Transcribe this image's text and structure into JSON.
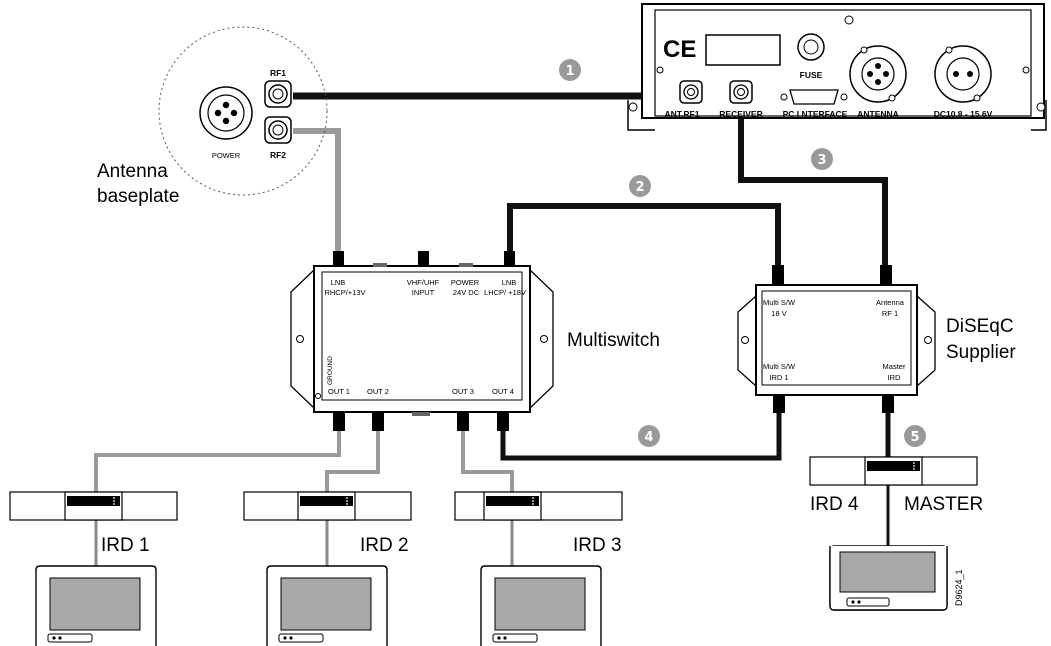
{
  "antenna": {
    "power": "POWER",
    "rf1": "RF1",
    "rf2": "RF2",
    "caption_line1": "Antenna",
    "caption_line2": "baseplate"
  },
  "unit": {
    "ce": "CE",
    "fuse": "FUSE",
    "ant_rf1": "ANT.RF1",
    "receiver": "RECEIVER",
    "pc_interface": "PC I NTERFACE",
    "antenna": "ANTENNA",
    "dc": "DC10.8  -  15.6V"
  },
  "multiswitch": {
    "name": "Multiswitch",
    "lnb_r_1": "LNB",
    "lnb_r_2": "RHCP/+13V",
    "vhf_1": "VHF/UHF",
    "vhf_2": "INPUT",
    "power_1": "POWER",
    "power_2": "24V DC",
    "lnb_l_1": "LNB",
    "lnb_l_2": "LHCP/ +18V",
    "ground": "GROUND",
    "out1": "OUT 1",
    "out2": "OUT 2",
    "out3": "OUT 3",
    "out4": "OUT 4"
  },
  "diseqc": {
    "name_line1": "DiSEqC",
    "name_line2": "Supplier",
    "msw18_1": "Multi S/W",
    "msw18_2": "18 V",
    "ant_1": "Antenna",
    "ant_2": "RF 1",
    "mswird_1": "Multi S/W",
    "mswird_2": "IRD 1",
    "master_1": "Master",
    "master_2": "IRD"
  },
  "ird": {
    "ird1": "IRD 1",
    "ird2": "IRD 2",
    "ird3": "IRD 3",
    "ird4": "IRD 4",
    "master": "MASTER"
  },
  "callouts": [
    "1",
    "2",
    "3",
    "4",
    "5"
  ],
  "figure_id": "D9624_1",
  "colors": {
    "cable_black": "#111111",
    "cable_grey": "#9a9a9a",
    "callout": "#9a9a9a"
  }
}
